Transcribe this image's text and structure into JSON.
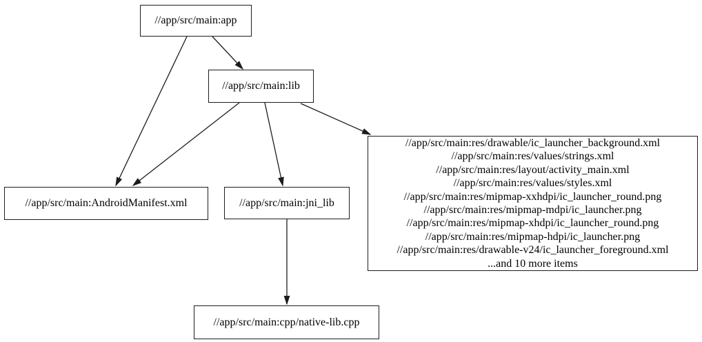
{
  "diagram": {
    "type": "dependency-graph",
    "background_color": "#ffffff",
    "node_border_color": "#1c1c1c",
    "edge_color": "#1c1c1c",
    "text_color": "#000000"
  },
  "nodes": {
    "app": {
      "label": "//app/src/main:app"
    },
    "lib": {
      "label": "//app/src/main:lib"
    },
    "manifest": {
      "label": "//app/src/main:AndroidManifest.xml"
    },
    "jni_lib": {
      "label": "//app/src/main:jni_lib"
    },
    "cpp": {
      "label": "//app/src/main:cpp/native-lib.cpp"
    },
    "res": {
      "lines": [
        "//app/src/main:res/drawable/ic_launcher_background.xml",
        "//app/src/main:res/values/strings.xml",
        "//app/src/main:res/layout/activity_main.xml",
        "//app/src/main:res/values/styles.xml",
        "//app/src/main:res/mipmap-xxhdpi/ic_launcher_round.png",
        "//app/src/main:res/mipmap-mdpi/ic_launcher.png",
        "//app/src/main:res/mipmap-xhdpi/ic_launcher_round.png",
        "//app/src/main:res/mipmap-hdpi/ic_launcher.png",
        "//app/src/main:res/drawable-v24/ic_launcher_foreground.xml",
        "...and 10 more items"
      ]
    }
  },
  "edges": [
    {
      "from": "app",
      "to": "lib"
    },
    {
      "from": "app",
      "to": "manifest"
    },
    {
      "from": "lib",
      "to": "manifest"
    },
    {
      "from": "lib",
      "to": "jni_lib"
    },
    {
      "from": "lib",
      "to": "res"
    },
    {
      "from": "jni_lib",
      "to": "cpp"
    }
  ]
}
